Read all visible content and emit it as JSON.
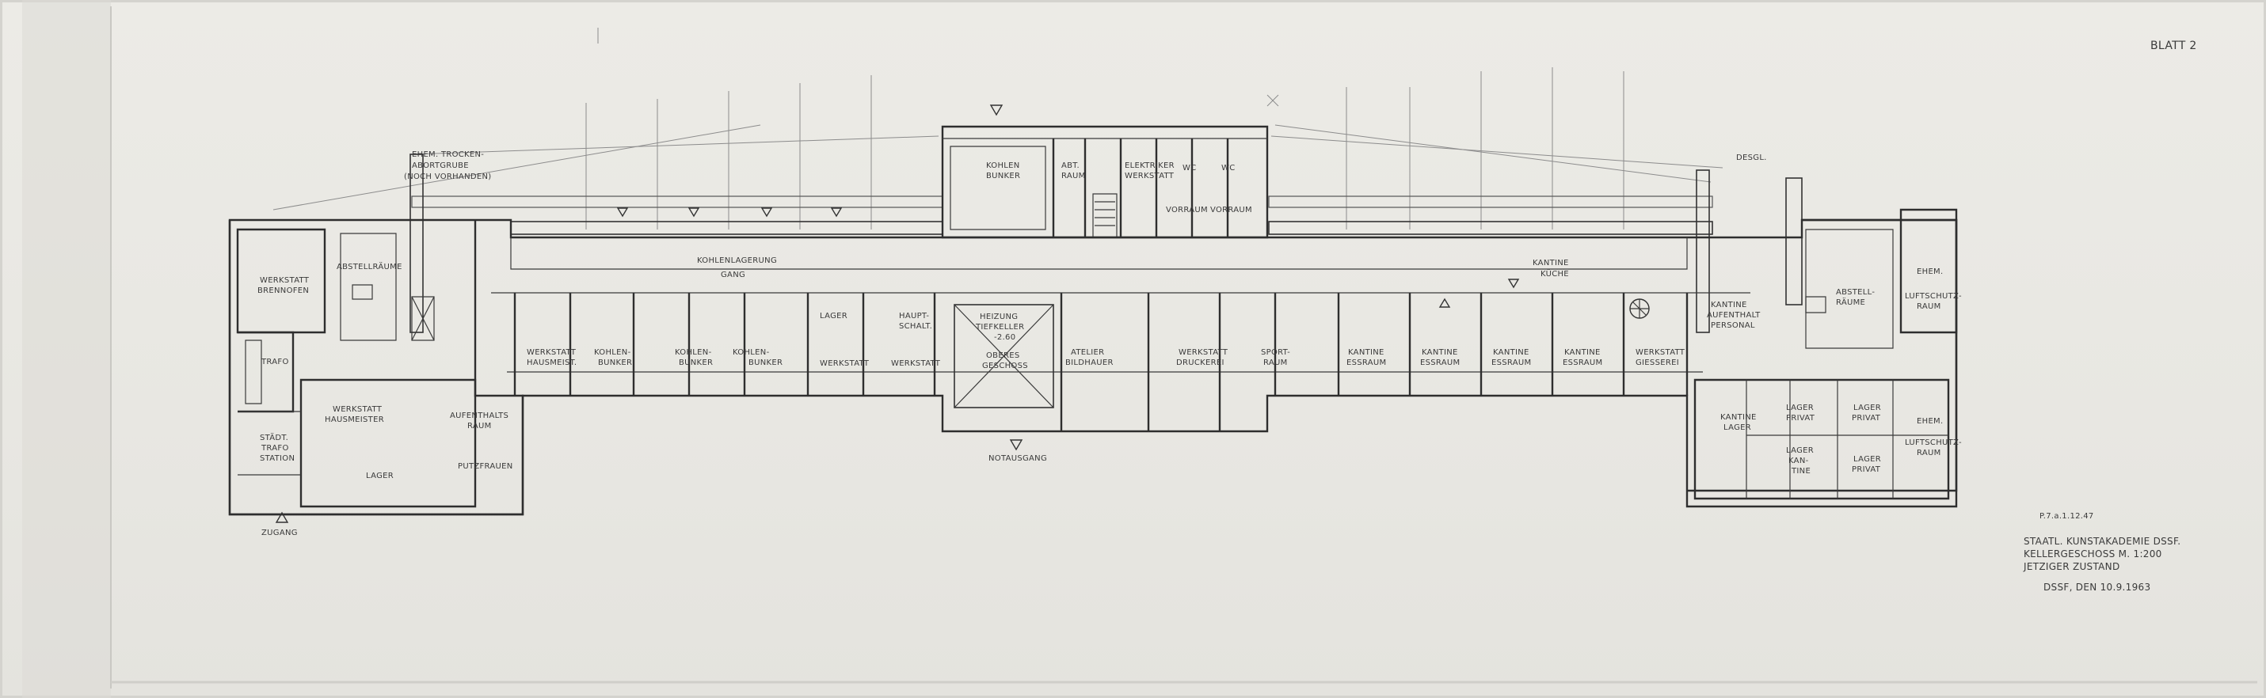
{
  "sheet": {
    "number": "BLATT 2",
    "title_lines": [
      "STAATL. KUNSTAKADEMIE DSSF.",
      "KELLERGESCHOSS M. 1:200",
      "JETZIGER ZUSTAND"
    ],
    "date_line": "DSSF, DEN 10.9.1963",
    "pencil_note": "P.7.a.1.12.47"
  },
  "labels": {
    "ehem_trocken": [
      "EHEM. TROCKEN-",
      "ABORTGRUBE",
      "(NOCH VORHANDEN)"
    ],
    "desgl": "DESGL.",
    "kohlenbunker_top": [
      "KOHLEN",
      "BUNKER"
    ],
    "abt_raum": [
      "ABT.",
      "RAUM"
    ],
    "elektriker": [
      "ELEKTRIKER",
      "WERKSTATT"
    ],
    "wc1": "WC",
    "wc2": "WC",
    "vorraum1": "VORRAUM",
    "vorraum2": "VORRAUM",
    "kohlenlagerung": "KOHLENLAGERUNG",
    "gang": "GANG",
    "kantine_kueche": [
      "KANTINE",
      "KÜCHE"
    ],
    "werkstatt_brennofen": [
      "WERKSTATT",
      "BRENNOFEN"
    ],
    "abstellraeume_l": "ABSTELLRÄUME",
    "trafo": "TRAFO",
    "werkstatt_hausmeist": [
      "WERKSTATT",
      "HAUSMEIST."
    ],
    "kohlenbunker1": [
      "KOHLEN-",
      "BUNKER"
    ],
    "kohlenbunker2": [
      "KOHLEN-",
      "BUNKER"
    ],
    "kohlenbunker3": [
      "KOHLEN-",
      "BUNKER"
    ],
    "lager_mid": "LAGER",
    "werkstatt1": "WERKSTATT",
    "hauptschalt": [
      "HAUPT-",
      "SCHALT."
    ],
    "werkstatt2": "WERKSTATT",
    "heizung": [
      "HEIZUNG",
      "TIEFKELLER",
      "-2.60"
    ],
    "oberes_geschoss": [
      "OBERES",
      "GESCHOSS"
    ],
    "atelier_bildhauer": [
      "ATELIER",
      "BILDHAUER"
    ],
    "werkstatt_druckerei": [
      "WERKSTATT",
      "DRUCKEREI"
    ],
    "sportraum": [
      "SPORT-",
      "RAUM"
    ],
    "kantine_essraum1": [
      "KANTINE",
      "ESSRAUM"
    ],
    "kantine_essraum2": [
      "KANTINE",
      "ESSRAUM"
    ],
    "kantine_essraum3": [
      "KANTINE",
      "ESSRAUM"
    ],
    "kantine_essraum4": [
      "KANTINE",
      "ESSRAUM"
    ],
    "werkstatt_giesserei": [
      "WERKSTATT",
      "GIESSEREI"
    ],
    "kantine_aufenthalt": [
      "KANTINE",
      "AUFENTHALT",
      "PERSONAL"
    ],
    "abstellraeume_r": [
      "ABSTELL-",
      "RÄUME"
    ],
    "ehem_luftschutz1": [
      "EHEM.",
      "LUFTSCHUTZ-",
      "RAUM"
    ],
    "werkstatt_hausmeister": [
      "WERKSTATT",
      "HAUSMEISTER"
    ],
    "aufenthaltsraum": [
      "AUFENTHALTS",
      "RAUM"
    ],
    "staedt_trafo": [
      "STÄDT.",
      "TRAFO",
      "STATION"
    ],
    "lager_left": "LAGER",
    "putzfrauen": "PUTZFRAUEN",
    "kantine_lager": [
      "KANTINE",
      "LAGER"
    ],
    "lager_privat1": [
      "LAGER",
      "PRIVAT"
    ],
    "lager_kantine": [
      "LAGER",
      "KAN-",
      "TINE"
    ],
    "lager_privat2": [
      "LAGER",
      "PRIVAT"
    ],
    "lager_privat3": [
      "LAGER",
      "PRIVAT"
    ],
    "ehem_luftschutz2": [
      "EHEM.",
      "LUFTSCHUTZ-",
      "RAUM"
    ],
    "notausgang": "NOTAUSGANG",
    "zugang": "ZUGANG"
  },
  "colors": {
    "paper": "#e9e8e3",
    "ink": "#2e2e2e",
    "pencil": "#8c8c8c"
  }
}
